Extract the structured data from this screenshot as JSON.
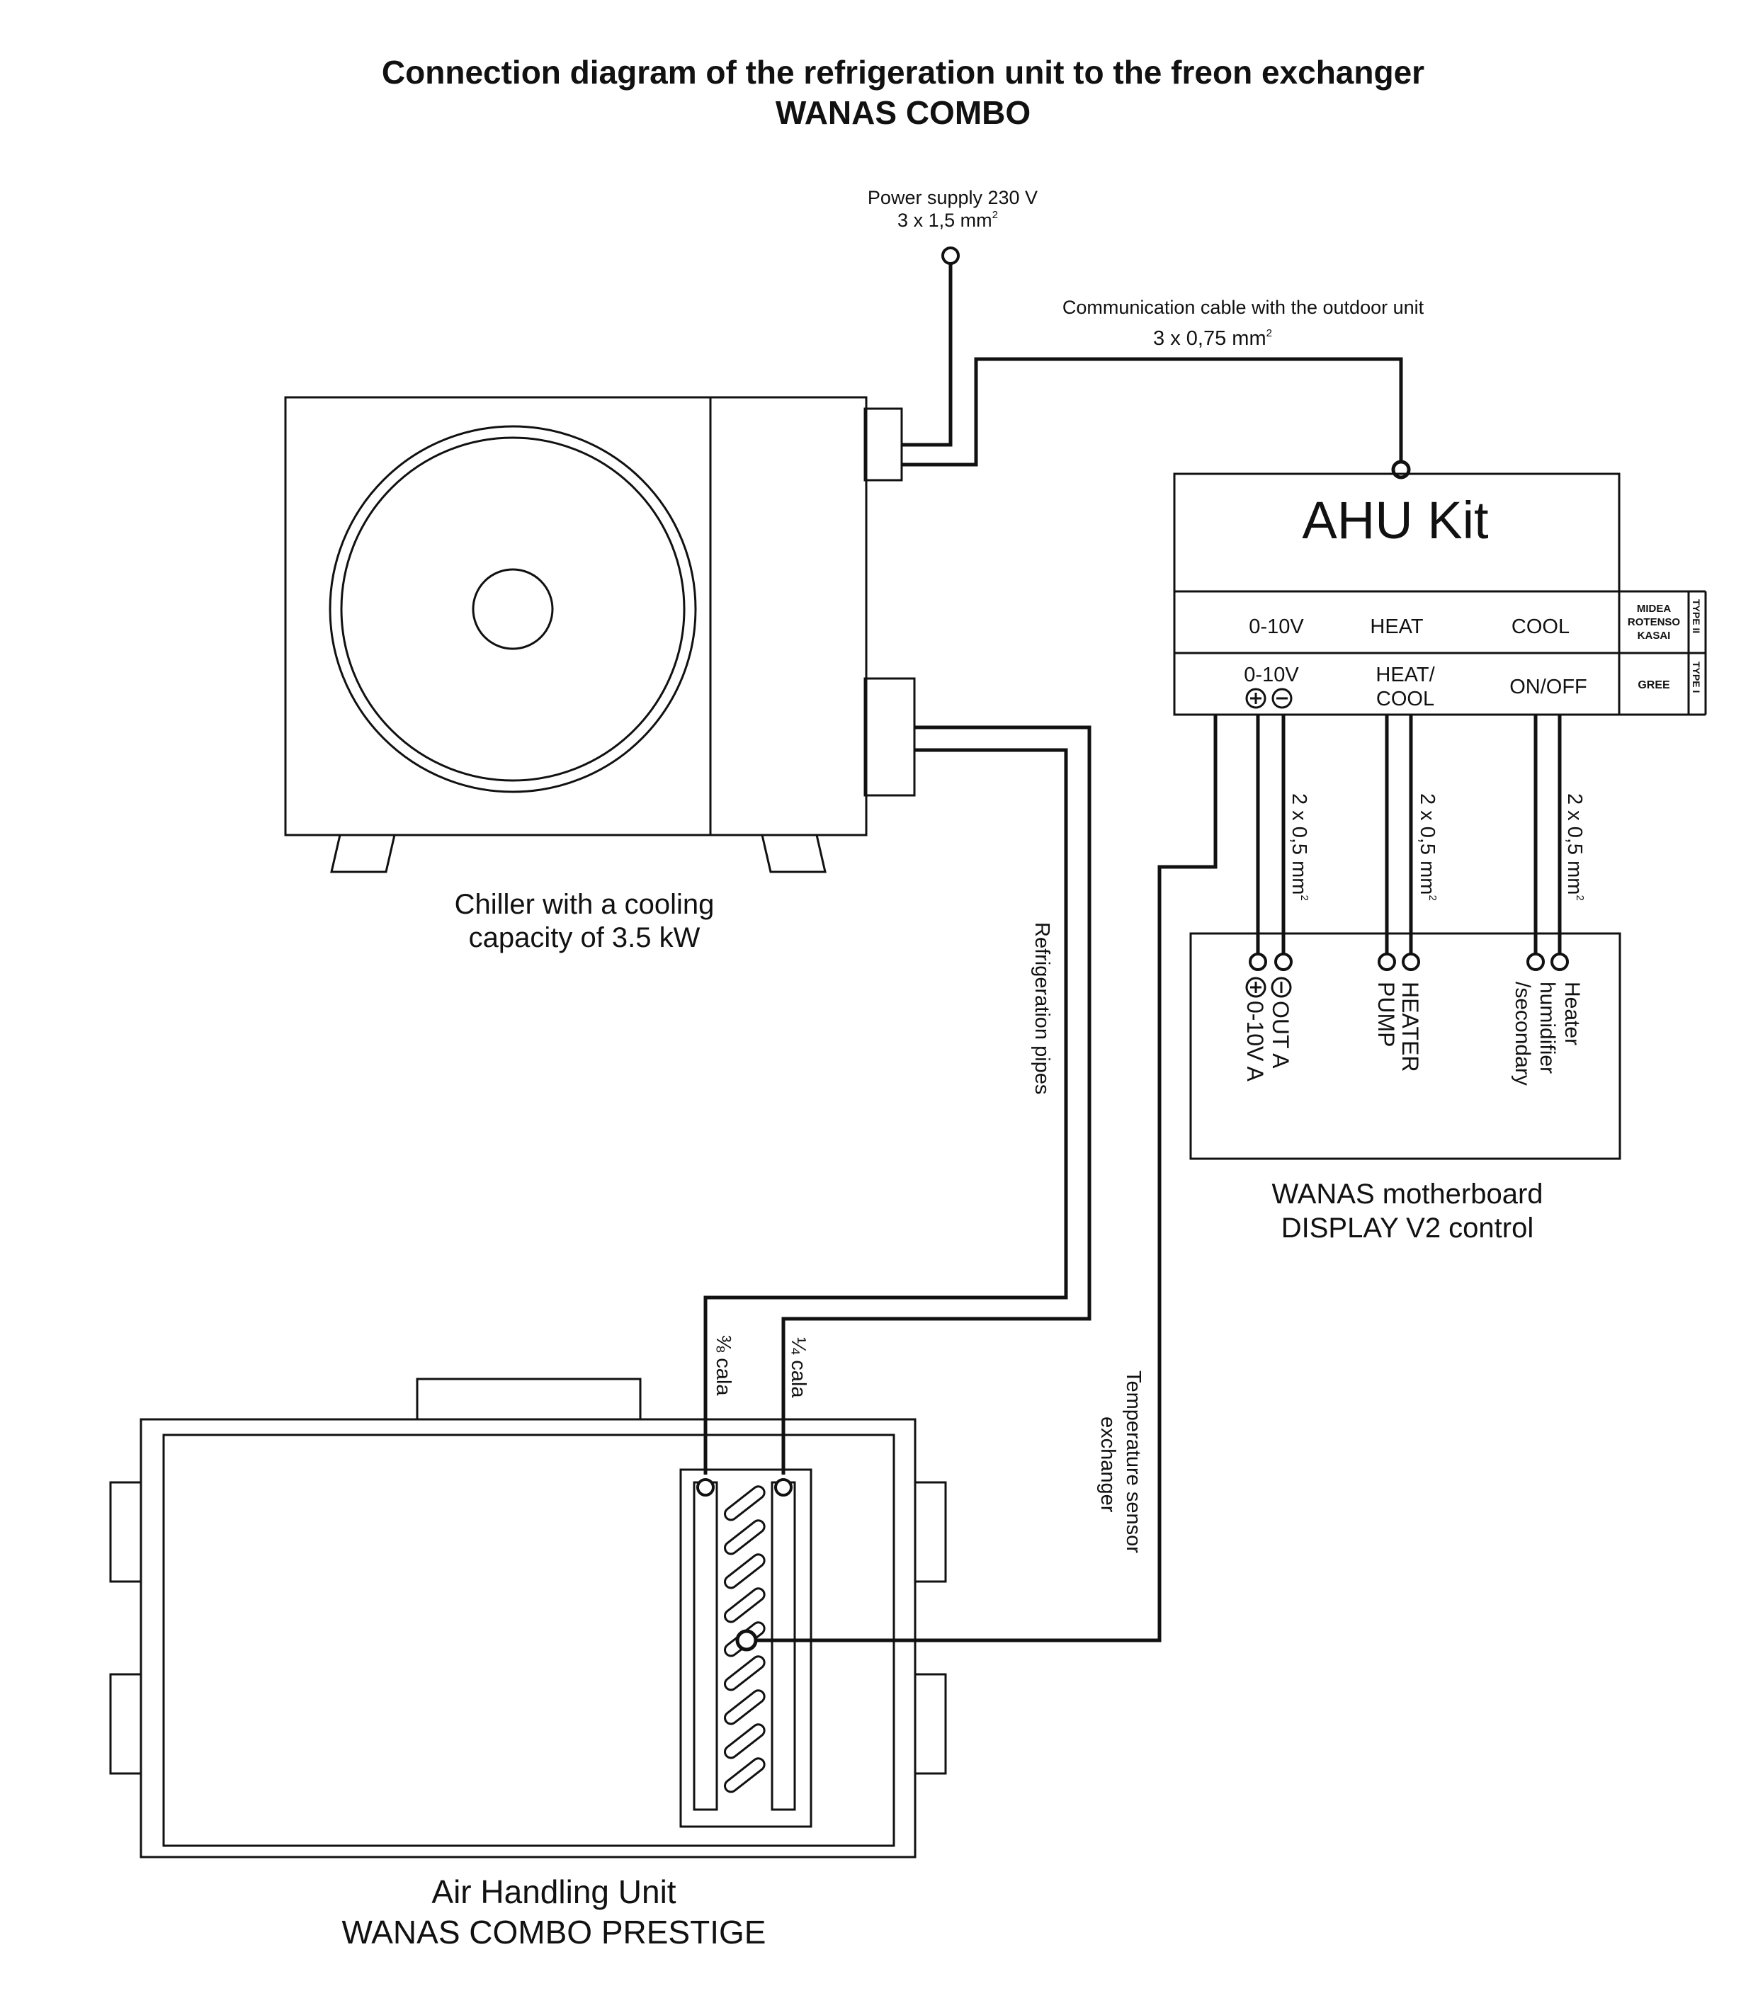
{
  "title": {
    "line1": "Connection diagram of the refrigeration unit to the freon exchanger",
    "line2": "WANAS COMBO"
  },
  "power_supply": {
    "label": "Power supply 230 V",
    "spec": "3 x 1,5 mm"
  },
  "communication_cable": {
    "label": "Communication cable with the outdoor unit",
    "spec": "3 x 0,75 mm"
  },
  "superscript": "2",
  "chiller": {
    "caption_line1": "Chiller with a cooling",
    "caption_line2": "capacity of 3.5 kW"
  },
  "ahu_kit": {
    "title": "AHU Kit",
    "row1": {
      "c1": "0-10V",
      "c2": "HEAT",
      "c3": "COOL",
      "brand": [
        "MIDEA",
        "ROTENSO",
        "KASAI"
      ],
      "type": "TYPE II"
    },
    "row2": {
      "c1": "0-10V",
      "c2_line1": "HEAT/",
      "c2_line2": "COOL",
      "c3": "ON/OFF",
      "brand": "GREE",
      "type": "TYPE I"
    }
  },
  "wire_spec": "2 x 0,5 mm",
  "refrigeration_pipes": "Refrigeration pipes",
  "pipes": {
    "left": "⅜ cala",
    "right": "¼ cala"
  },
  "temperature_sensor": {
    "line1": "Temperature sensor",
    "line2": "exchanger"
  },
  "motherboard": {
    "caption_line1": "WANAS motherboard",
    "caption_line2": "DISPLAY V2 control",
    "terminals": {
      "t1": "0-10V A",
      "t2": "OUT  A",
      "t3": "PUMP",
      "t4": "HEATER",
      "t5_line1": "/secondary",
      "t5_line2": "humidifier",
      "t5_line3": "Heater"
    }
  },
  "ahu": {
    "caption_line1": "Air Handling Unit",
    "caption_line2": "WANAS COMBO PRESTIGE"
  }
}
